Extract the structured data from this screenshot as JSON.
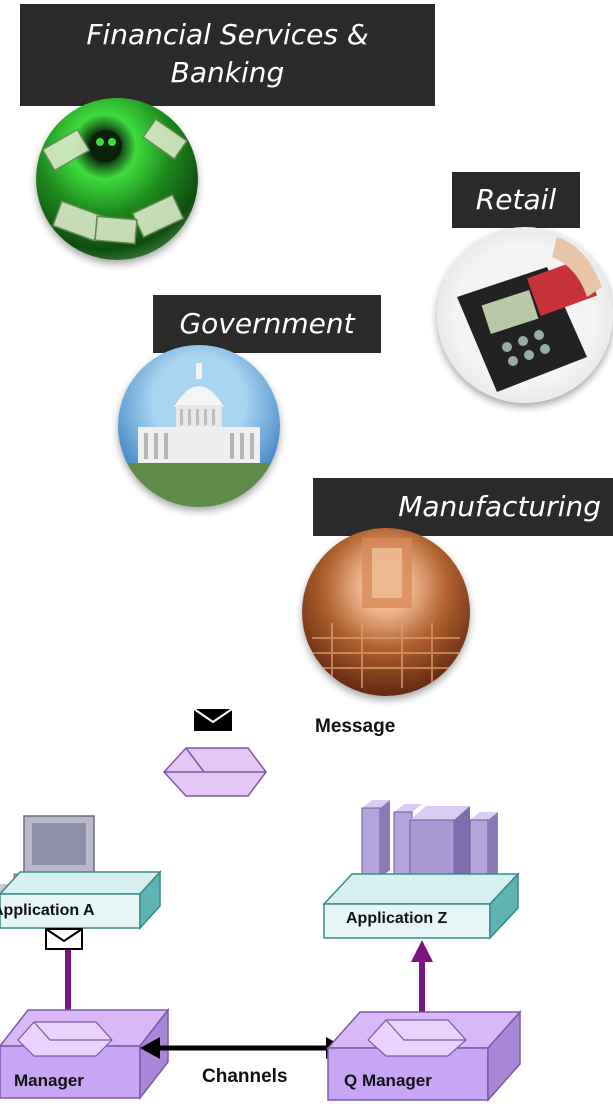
{
  "industries": {
    "financial": {
      "title_line1": "Financial Services &",
      "title_line2": "Banking"
    },
    "retail": {
      "title": "Retail"
    },
    "government": {
      "title": "Government"
    },
    "manufacturing": {
      "title": "Manufacturing"
    }
  },
  "diagram": {
    "message_label": "Message",
    "app_a_label": "Application A",
    "app_z_label": "Application Z",
    "qmgr_left_label": "Manager",
    "qmgr_right_label": "Q Manager",
    "channels_label": "Channels"
  },
  "colors": {
    "label_bg": "#2b2b2b",
    "platform_teal": "#5fb3b3",
    "qmgr_purple": "#c7a6f5",
    "arrow_purple": "#7a1585"
  }
}
